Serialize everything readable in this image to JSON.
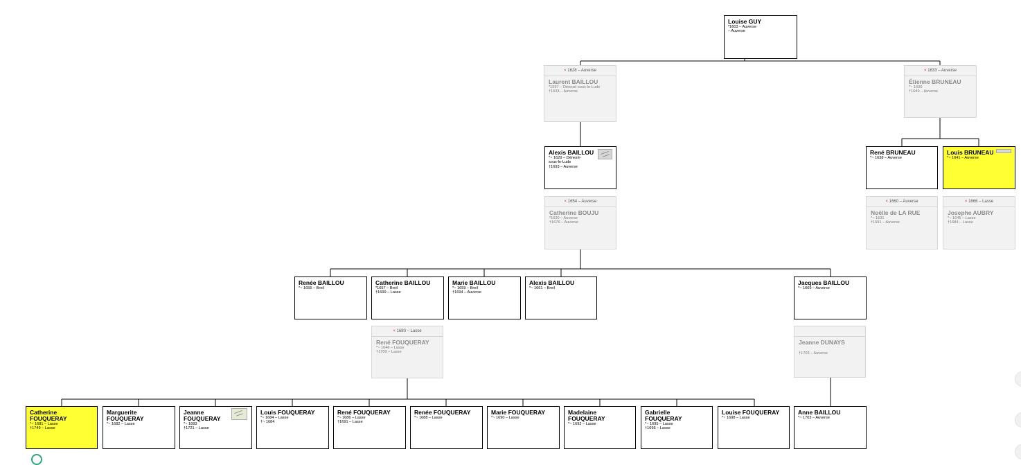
{
  "people": {
    "louise_guy": {
      "name": "Louise GUY",
      "lines": [
        "*1603 – Auverse",
        "– Auverse"
      ]
    },
    "laurent_baillou": {
      "marriage": "1628 – Auverse",
      "name": "Laurent BAILLOU",
      "lines": [
        "*1597 – Dénezé-sous-le-Lude",
        "†1633 – Auverse"
      ]
    },
    "etienne_bruneau": {
      "marriage": "1633 – Auverse",
      "name": "Étienne BRUNEAU",
      "lines": [
        "*~ 1600",
        "†1649 – Auverse"
      ]
    },
    "alexis_baillou_1": {
      "name": "Alexis BAILLOU",
      "lines": [
        "*~ 1629 – Dénezé-",
        "sous-le-Lude",
        "†1693 – Auverse"
      ]
    },
    "catherine_bouju": {
      "marriage": "1654 – Auverse",
      "name": "Catherine BOUJU",
      "lines": [
        "*1630 – Auverse",
        "†1676 – Auverse"
      ]
    },
    "rene_bruneau": {
      "name": "René BRUNEAU",
      "lines": [
        "*~ 1638 – Auverse"
      ]
    },
    "louis_bruneau": {
      "name": "Louis BRUNEAU",
      "lines": [
        "*~ 1641 – Auverse"
      ]
    },
    "noelle_de_la_rue": {
      "marriage": "1660 – Auverse",
      "name": "Noëlle de LA RUE",
      "lines": [
        "*~ 1631",
        "†1691 – Auverse"
      ]
    },
    "josephe_aubry": {
      "marriage": "1666 – Lasse",
      "name": "Josephe AUBRY",
      "lines": [
        "*~ 1645 – Lasse",
        "†1684 – Lasse"
      ]
    },
    "renee_baillou": {
      "name": "Renée BAILLOU",
      "lines": [
        "*~ 1655 – Breil"
      ]
    },
    "catherine_baillou": {
      "name": "Catherine BAILLOU",
      "lines": [
        "*1657 – Breil",
        "†1699 – Lasse"
      ]
    },
    "marie_baillou": {
      "name": "Marie BAILLOU",
      "lines": [
        "*~ 1659 – Breil",
        "†1694 – Auverse"
      ]
    },
    "alexis_baillou_2": {
      "name": "Alexis BAILLOU",
      "lines": [
        "*~ 1661 – Breil"
      ]
    },
    "jacques_baillou": {
      "name": "Jacques BAILLOU",
      "lines": [
        "*~ 1669 – Auverse"
      ]
    },
    "rene_fouqueray_1": {
      "marriage": "1680 – Lasse",
      "name": "René FOUQUERAY",
      "lines": [
        "*~ 1646 – Lasse",
        "†1709 – Lasse"
      ]
    },
    "jeanne_dunays": {
      "name": "Jeanne DUNAYS",
      "lines": [
        "†1703 – Auverse"
      ]
    },
    "catherine_fouqueray": {
      "name": "Catherine FOUQUERAY",
      "lines": [
        "*~ 1681 – Lasse",
        "†1749 – Lasse"
      ]
    },
    "marguerite_fouqueray": {
      "name": "Marguerite FOUQUERAY",
      "lines": [
        "*~ 1682 – Lasse"
      ]
    },
    "jeanne_fouqueray": {
      "name": "Jeanne FOUQUERAY",
      "lines": [
        "*~ 1683",
        "†1721 – Lasse"
      ]
    },
    "louis_fouqueray": {
      "name": "Louis FOUQUERAY",
      "lines": [
        "*~ 1684 – Lasse",
        "†~ 1684"
      ]
    },
    "rene_fouqueray_2": {
      "name": "René FOUQUERAY",
      "lines": [
        "*~ 1686 – Lasse",
        "†1691 – Lasse"
      ]
    },
    "renee_fouqueray": {
      "name": "Renée FOUQUERAY",
      "lines": [
        "*~ 1688 – Lasse"
      ]
    },
    "marie_fouqueray": {
      "name": "Marie FOUQUERAY",
      "lines": [
        "*~ 1690 – Lasse"
      ]
    },
    "madelaine_fouqueray": {
      "name": "Madelaine FOUQUERAY",
      "lines": [
        "*~ 1692 – Lasse"
      ]
    },
    "gabrielle_fouqueray": {
      "name": "Gabrielle FOUQUERAY",
      "lines": [
        "*~ 1695 – Lasse",
        "†1695 – Lasse"
      ]
    },
    "louise_fouqueray": {
      "name": "Louise FOUQUERAY",
      "lines": [
        "*~ 1698 – Lasse"
      ]
    },
    "anne_baillou": {
      "name": "Anne BAILLOU",
      "lines": [
        "*~ 1703 – Auverse"
      ]
    }
  },
  "highlight_color": "#ffff33",
  "line_color": "#000000"
}
